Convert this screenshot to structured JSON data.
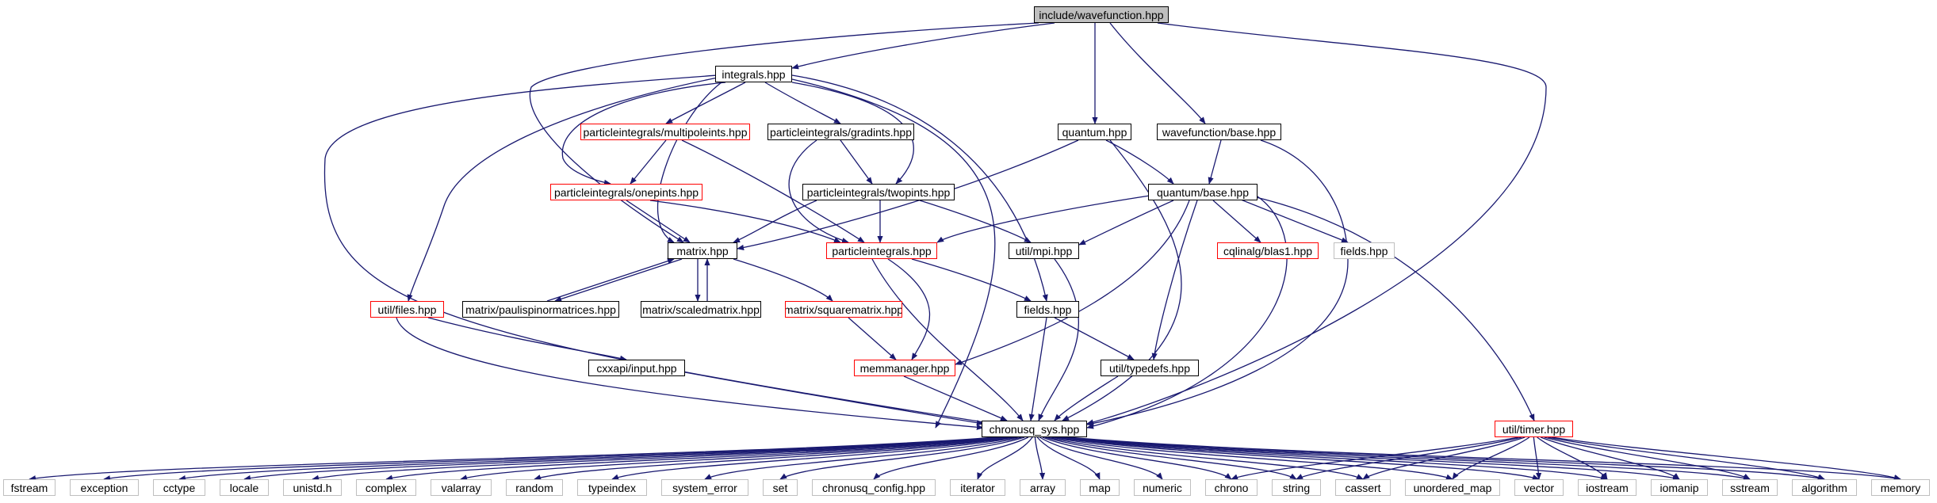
{
  "graph": {
    "edge_color": "#191970",
    "root_fill": "#bfbfbf",
    "linked_border": "#ff0000",
    "external_border": "#bfbfbf",
    "nodes": {
      "wavefunction": "include/wavefunction.hpp",
      "integrals": "integrals.hpp",
      "quantum": "quantum.hpp",
      "wfbase": "wavefunction/base.hpp",
      "multipoleints": "particleintegrals/multipoleints.hpp",
      "gradints": "particleintegrals/gradints.hpp",
      "onepints": "particleintegrals/onepints.hpp",
      "twopints": "particleintegrals/twopints.hpp",
      "qbase": "quantum/base.hpp",
      "matrix": "matrix.hpp",
      "pints": "particleintegrals.hpp",
      "mpi": "util/mpi.hpp",
      "blas1": "cqlinalg/blas1.hpp",
      "fieldsgray": "fields.hpp",
      "files": "util/files.hpp",
      "pauli": "matrix/paulispinormatrices.hpp",
      "scaled": "matrix/scaledmatrix.hpp",
      "square": "matrix/squarematrix.hpp",
      "fields": "fields.hpp",
      "cxxapi": "cxxapi/input.hpp",
      "memmanager": "memmanager.hpp",
      "typedefs": "util/typedefs.hpp",
      "sys": "chronusq_sys.hpp",
      "timer": "util/timer.hpp",
      "fstream": "fstream",
      "exception": "exception",
      "cctype": "cctype",
      "locale": "locale",
      "unistd": "unistd.h",
      "complex": "complex",
      "valarray": "valarray",
      "random": "random",
      "typeindex": "typeindex",
      "system_error": "system_error",
      "set": "set",
      "config": "chronusq_config.hpp",
      "iterator": "iterator",
      "array": "array",
      "map": "map",
      "numeric": "numeric",
      "chrono": "chrono",
      "string": "string",
      "cassert": "cassert",
      "unordered_map": "unordered_map",
      "vector": "vector",
      "iostream": "iostream",
      "iomanip": "iomanip",
      "sstream": "sstream",
      "algorithm": "algorithm",
      "memory": "memory"
    }
  }
}
